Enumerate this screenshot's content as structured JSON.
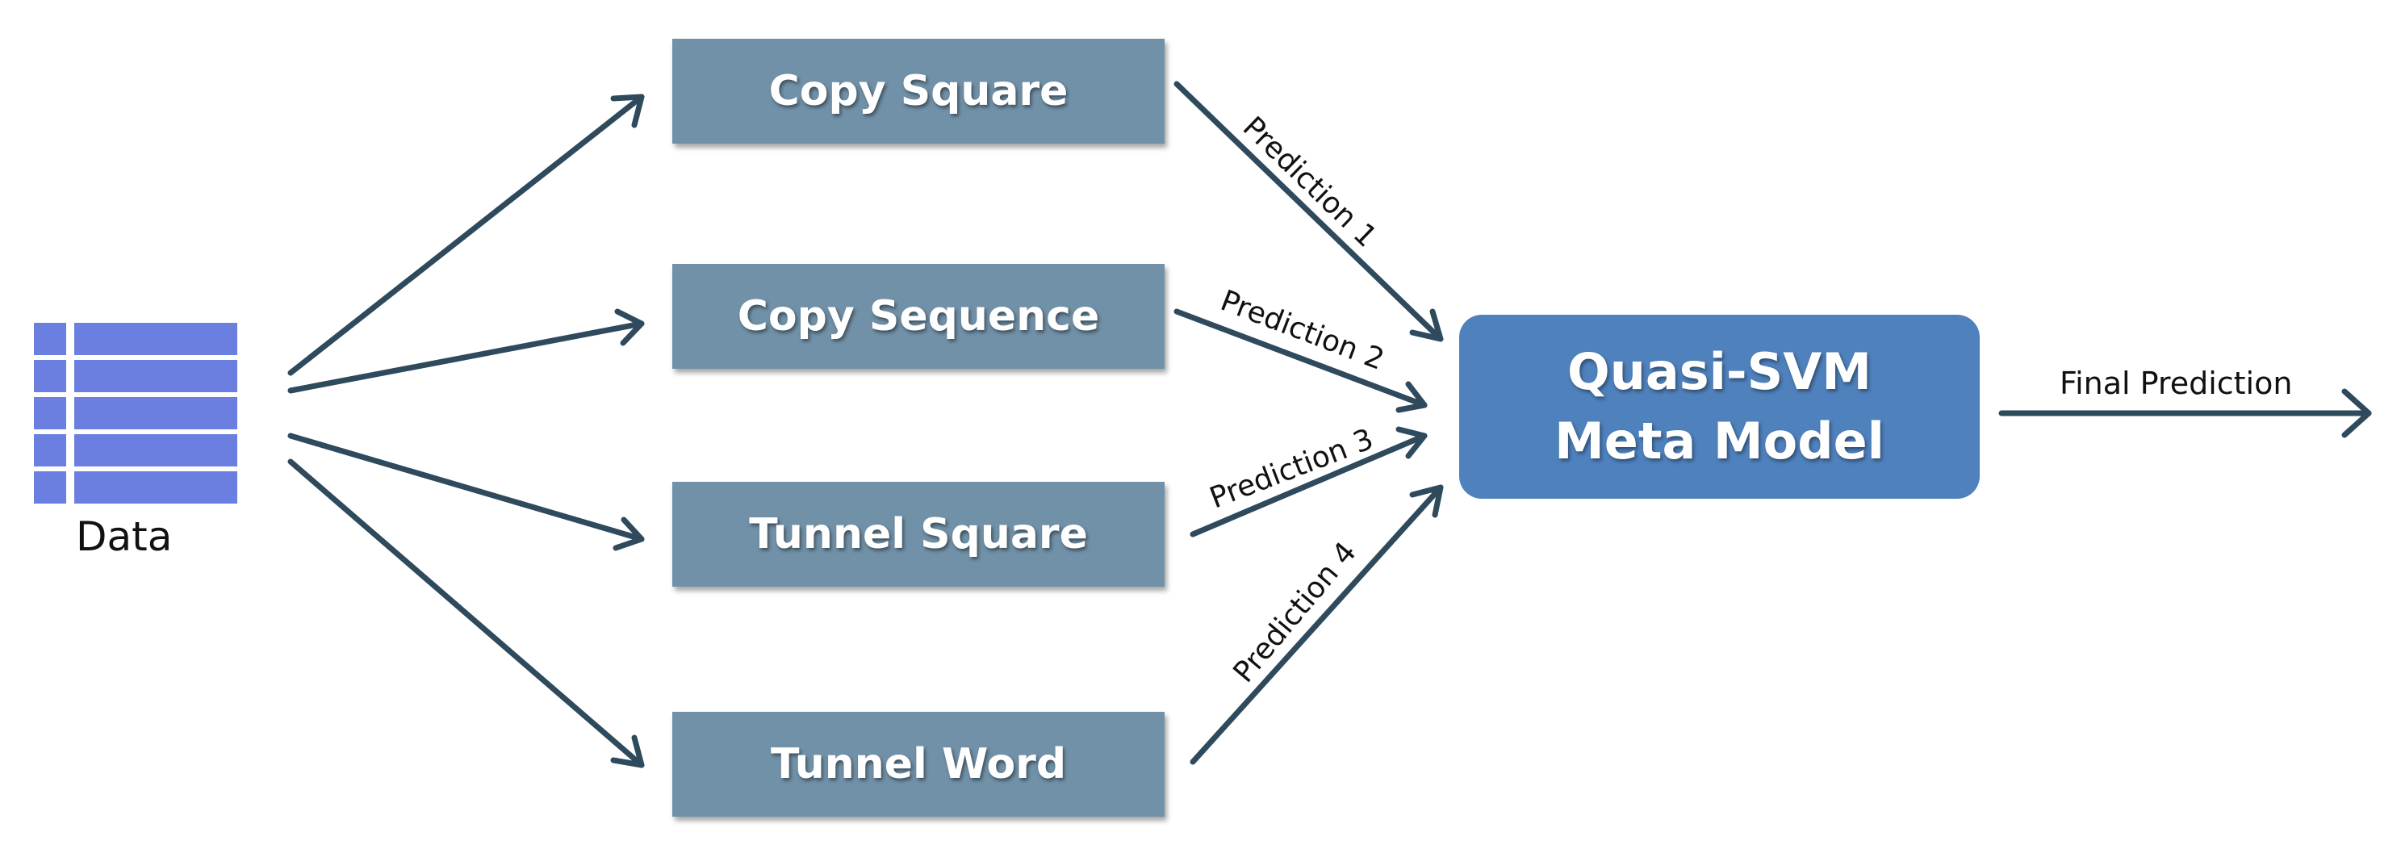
{
  "data_node": {
    "label": "Data",
    "icon": "table-icon",
    "color": "#6b7fe0"
  },
  "models": [
    {
      "id": "copy-square",
      "label": "Copy Square"
    },
    {
      "id": "copy-sequence",
      "label": "Copy Sequence"
    },
    {
      "id": "tunnel-square",
      "label": "Tunnel Square"
    },
    {
      "id": "tunnel-word",
      "label": "Tunnel Word"
    }
  ],
  "predictions": [
    "Prediction 1",
    "Prediction 2",
    "Prediction 3",
    "Prediction 4"
  ],
  "meta_model": {
    "line1": "Quasi-SVM",
    "line2": "Meta Model",
    "color": "#4f81bd"
  },
  "output": {
    "label": "Final Prediction"
  },
  "colors": {
    "model_box": "#7191a8",
    "arrow": "#2e4a5c"
  }
}
